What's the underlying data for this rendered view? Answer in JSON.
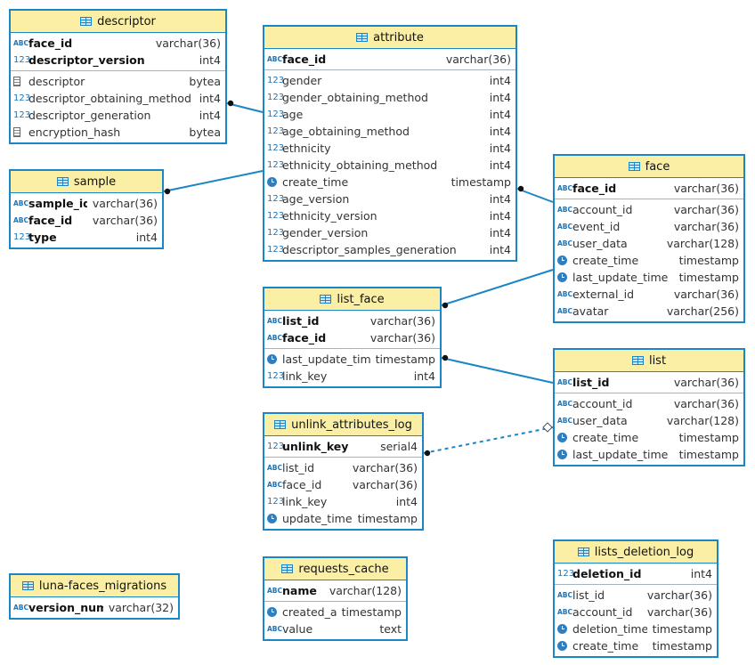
{
  "entities": {
    "descriptor": {
      "title": "descriptor",
      "pk": [
        {
          "name": "face_id",
          "type": "varchar(36)",
          "icon": "abc-key-icon"
        },
        {
          "name": "descriptor_version",
          "type": "int4",
          "icon": "num-key-icon"
        }
      ],
      "cols": [
        {
          "name": "descriptor",
          "type": "bytea",
          "icon": "binary-icon"
        },
        {
          "name": "descriptor_obtaining_method",
          "type": "int4",
          "icon": "num-icon"
        },
        {
          "name": "descriptor_generation",
          "type": "int4",
          "icon": "num-icon"
        },
        {
          "name": "encryption_hash",
          "type": "bytea",
          "icon": "binary-icon"
        }
      ]
    },
    "sample": {
      "title": "sample",
      "pk": [
        {
          "name": "sample_id",
          "type": "varchar(36)",
          "icon": "abc-key-icon"
        },
        {
          "name": "face_id",
          "type": "varchar(36)",
          "icon": "abc-key-icon"
        },
        {
          "name": "type",
          "type": "int4",
          "icon": "num-key-icon"
        }
      ],
      "cols": []
    },
    "attribute": {
      "title": "attribute",
      "pk": [
        {
          "name": "face_id",
          "type": "varchar(36)",
          "icon": "abc-key-icon"
        }
      ],
      "cols": [
        {
          "name": "gender",
          "type": "int4",
          "icon": "num-icon"
        },
        {
          "name": "gender_obtaining_method",
          "type": "int4",
          "icon": "num-icon"
        },
        {
          "name": "age",
          "type": "int4",
          "icon": "num-icon"
        },
        {
          "name": "age_obtaining_method",
          "type": "int4",
          "icon": "num-icon"
        },
        {
          "name": "ethnicity",
          "type": "int4",
          "icon": "num-icon"
        },
        {
          "name": "ethnicity_obtaining_method",
          "type": "int4",
          "icon": "num-icon"
        },
        {
          "name": "create_time",
          "type": "timestamp",
          "icon": "clock-icon"
        },
        {
          "name": "age_version",
          "type": "int4",
          "icon": "num-icon"
        },
        {
          "name": "ethnicity_version",
          "type": "int4",
          "icon": "num-icon"
        },
        {
          "name": "gender_version",
          "type": "int4",
          "icon": "num-icon"
        },
        {
          "name": "descriptor_samples_generation",
          "type": "int4",
          "icon": "num-icon"
        }
      ]
    },
    "face": {
      "title": "face",
      "pk": [
        {
          "name": "face_id",
          "type": "varchar(36)",
          "icon": "abc-key-icon"
        }
      ],
      "cols": [
        {
          "name": "account_id",
          "type": "varchar(36)",
          "icon": "abc-icon"
        },
        {
          "name": "event_id",
          "type": "varchar(36)",
          "icon": "abc-icon"
        },
        {
          "name": "user_data",
          "type": "varchar(128)",
          "icon": "abc-icon"
        },
        {
          "name": "create_time",
          "type": "timestamp",
          "icon": "clock-icon"
        },
        {
          "name": "last_update_time",
          "type": "timestamp",
          "icon": "clock-icon"
        },
        {
          "name": "external_id",
          "type": "varchar(36)",
          "icon": "abc-icon"
        },
        {
          "name": "avatar",
          "type": "varchar(256)",
          "icon": "abc-icon"
        }
      ]
    },
    "list_face": {
      "title": "list_face",
      "pk": [
        {
          "name": "list_id",
          "type": "varchar(36)",
          "icon": "abc-key-icon"
        },
        {
          "name": "face_id",
          "type": "varchar(36)",
          "icon": "abc-key-icon"
        }
      ],
      "cols": [
        {
          "name": "last_update_time",
          "type": "timestamp",
          "icon": "clock-icon"
        },
        {
          "name": "link_key",
          "type": "int4",
          "icon": "num-icon"
        }
      ]
    },
    "list": {
      "title": "list",
      "pk": [
        {
          "name": "list_id",
          "type": "varchar(36)",
          "icon": "abc-key-icon"
        }
      ],
      "cols": [
        {
          "name": "account_id",
          "type": "varchar(36)",
          "icon": "abc-icon"
        },
        {
          "name": "user_data",
          "type": "varchar(128)",
          "icon": "abc-icon"
        },
        {
          "name": "create_time",
          "type": "timestamp",
          "icon": "clock-icon"
        },
        {
          "name": "last_update_time",
          "type": "timestamp",
          "icon": "clock-icon"
        }
      ]
    },
    "unlink_attributes_log": {
      "title": "unlink_attributes_log",
      "pk": [
        {
          "name": "unlink_key",
          "type": "serial4",
          "icon": "num-key-icon"
        }
      ],
      "cols": [
        {
          "name": "list_id",
          "type": "varchar(36)",
          "icon": "abc-icon"
        },
        {
          "name": "face_id",
          "type": "varchar(36)",
          "icon": "abc-icon"
        },
        {
          "name": "link_key",
          "type": "int4",
          "icon": "num-icon"
        },
        {
          "name": "update_time",
          "type": "timestamp",
          "icon": "clock-icon"
        }
      ]
    },
    "luna_faces_migrations": {
      "title": "luna-faces_migrations",
      "pk": [
        {
          "name": "version_num",
          "type": "varchar(32)",
          "icon": "abc-key-icon"
        }
      ],
      "cols": []
    },
    "requests_cache": {
      "title": "requests_cache",
      "pk": [
        {
          "name": "name",
          "type": "varchar(128)",
          "icon": "abc-key-icon"
        }
      ],
      "cols": [
        {
          "name": "created_at",
          "type": "timestamp",
          "icon": "clock-icon"
        },
        {
          "name": "value",
          "type": "text",
          "icon": "abc-icon"
        }
      ]
    },
    "lists_deletion_log": {
      "title": "lists_deletion_log",
      "pk": [
        {
          "name": "deletion_id",
          "type": "int4",
          "icon": "num-key-icon"
        }
      ],
      "cols": [
        {
          "name": "list_id",
          "type": "varchar(36)",
          "icon": "abc-icon"
        },
        {
          "name": "account_id",
          "type": "varchar(36)",
          "icon": "abc-icon"
        },
        {
          "name": "deletion_time",
          "type": "timestamp",
          "icon": "clock-icon"
        },
        {
          "name": "create_time",
          "type": "timestamp",
          "icon": "clock-icon"
        }
      ]
    }
  },
  "relations": [
    {
      "from": "descriptor",
      "to": "attribute",
      "style": "solid"
    },
    {
      "from": "sample",
      "to": "attribute",
      "style": "solid"
    },
    {
      "from": "attribute",
      "to": "face",
      "style": "solid"
    },
    {
      "from": "list_face",
      "to": "face",
      "style": "solid"
    },
    {
      "from": "list_face",
      "to": "list",
      "style": "solid"
    },
    {
      "from": "unlink_attributes_log",
      "to": "list",
      "style": "dashed"
    }
  ],
  "colors": {
    "border": "#1a86c6",
    "header": "#fbefa5",
    "edge": "#1a86c6"
  }
}
